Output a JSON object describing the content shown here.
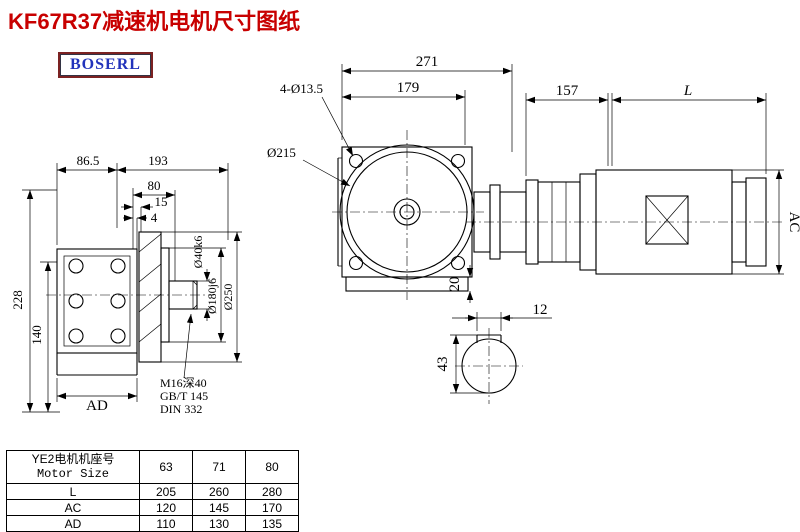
{
  "title": "KF67R37减速机电机尺寸图纸",
  "logo": "BOSERL",
  "front_view": {
    "dim_271": "271",
    "dim_179": "179",
    "dim_holes": "4-Ø13.5",
    "dim_d215": "Ø215",
    "dim_20": "20"
  },
  "motor_view": {
    "dim_157": "157",
    "dim_L": "L",
    "dim_AC": "AC"
  },
  "left_view": {
    "dim_86_5": "86.5",
    "dim_193": "193",
    "dim_80": "80",
    "dim_15": "15",
    "dim_4": "4",
    "dim_228": "228",
    "dim_140": "140",
    "dim_AD": "AD",
    "dim_d40": "Ø40k6",
    "dim_d180": "Ø180j6",
    "dim_d250": "Ø250",
    "note_m16": "M16深40",
    "note_gbt": "GB/T 145",
    "note_din": "DIN 332"
  },
  "section_view": {
    "dim_12": "12",
    "dim_43": "43"
  },
  "table": {
    "header_cn": "YE2电机机座号",
    "header_en": "Motor Size",
    "sizes": [
      "63",
      "71",
      "80"
    ],
    "rows": [
      {
        "label": "L",
        "values": [
          "205",
          "260",
          "280"
        ]
      },
      {
        "label": "AC",
        "values": [
          "120",
          "145",
          "170"
        ]
      },
      {
        "label": "AD",
        "values": [
          "110",
          "130",
          "135"
        ]
      }
    ]
  },
  "colors": {
    "title": "#c80000",
    "logo_text": "#2233bb",
    "logo_border": "#7b2222",
    "line": "#000000"
  }
}
